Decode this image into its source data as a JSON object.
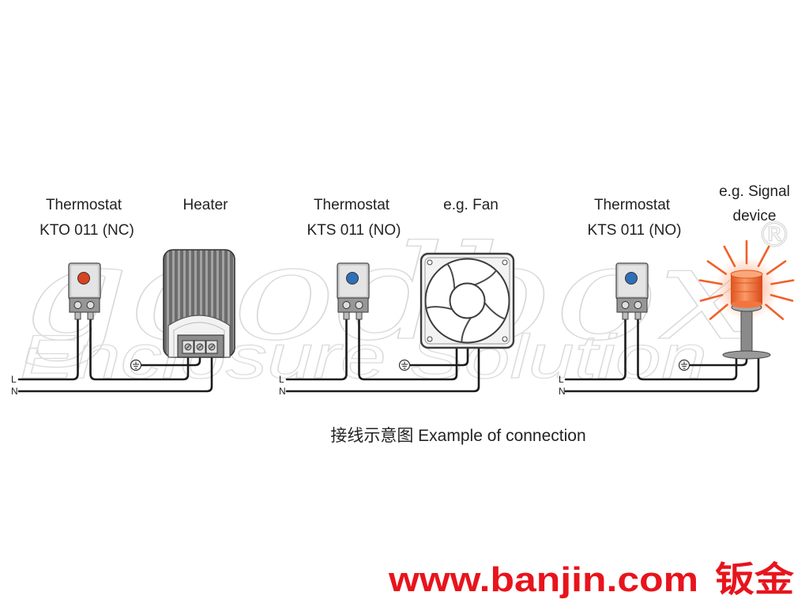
{
  "diagram": {
    "groups": [
      {
        "thermostat_label": "Thermostat",
        "thermostat_model": "KTO 011 (NC)",
        "device_label": "Heater"
      },
      {
        "thermostat_label": "Thermostat",
        "thermostat_model": "KTS 011 (NO)",
        "device_label": "e.g. Fan"
      },
      {
        "thermostat_label": "Thermostat",
        "thermostat_model": "KTS 011 (NO)",
        "device_label_line1": "e.g. Signal",
        "device_label_line2": "device"
      }
    ],
    "wire_labels": {
      "live": "L",
      "neutral": "N"
    },
    "caption": "接线示意图 Example of connection"
  },
  "watermark": {
    "brand": "goodbox",
    "registered": "®",
    "tagline": "Enclosure Solution"
  },
  "footer": {
    "url": "www.banjin.com",
    "cn": "钣金"
  },
  "icons": [
    "thermostat-icon",
    "heater-icon",
    "fan-icon",
    "signal-light-icon",
    "ground-icon"
  ],
  "colors": {
    "footer_red": "#e8141c",
    "nc_dial": "#d9431f",
    "no_dial": "#2f6fb7",
    "signal_orange": "#f0602a",
    "signal_body": "#f4743c"
  }
}
